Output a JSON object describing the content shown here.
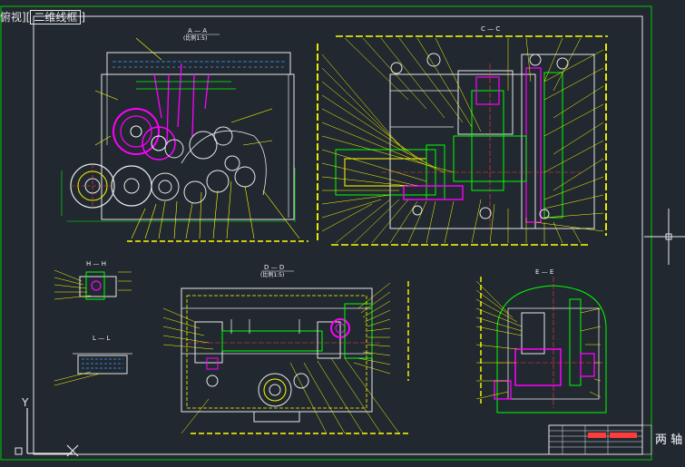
{
  "viewport": {
    "prefix": "俯视][",
    "style": "二维线框",
    "suffix": "]"
  },
  "views": {
    "aa": {
      "title": "A — A",
      "scale": "(比例1:5)"
    },
    "cc": {
      "title": "C — C"
    },
    "dd": {
      "title": "D — D",
      "scale": "(比例1:5)"
    },
    "ee": {
      "title": "E — E"
    },
    "hh": {
      "title": "H — H"
    },
    "ll": {
      "title": "L — L"
    }
  },
  "title_block": {
    "text": "两 轴"
  },
  "ucs": {
    "y_label": "Y"
  },
  "colors": {
    "background": "#212830",
    "frame_outer": "#00ff00",
    "frame_inner": "#ffffff",
    "part_green": "#00ff00",
    "leader_yellow": "#ffff00",
    "accent_magenta": "#ff00ff",
    "text_white": "#ffffff"
  },
  "icons": {
    "crosshair": "crosshair-cursor-icon",
    "ucs": "ucs-axis-icon"
  }
}
